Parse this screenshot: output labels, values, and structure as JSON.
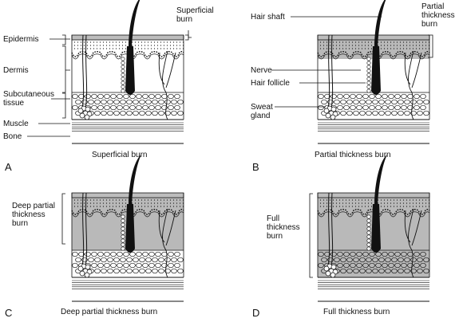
{
  "panels": [
    {
      "letter": "A",
      "caption": "Superficial burn",
      "burn_label": "Superficial\nburn",
      "burn_depth": "epidermis",
      "layer_labels": [
        "Epidermis",
        "Dermis",
        "Subcutaneous\ntissue",
        "Muscle",
        "Bone"
      ]
    },
    {
      "letter": "B",
      "caption": "Partial thickness burn",
      "burn_label": "Partial\nthickness\nburn",
      "burn_depth": "upper-dermis",
      "structure_labels": [
        "Hair shaft",
        "Nerve",
        "Hair follicle",
        "Sweat\ngland"
      ]
    },
    {
      "letter": "C",
      "caption": "Deep partial thickness burn",
      "burn_label": "Deep partial\nthickness\nburn",
      "burn_depth": "full-dermis"
    },
    {
      "letter": "D",
      "caption": "Full thickness burn",
      "burn_label": "Full\nthickness\nburn",
      "burn_depth": "subcutaneous"
    }
  ],
  "colors": {
    "ink": "#111111",
    "epidermis_fill": "#bdbdbd",
    "burn_fill": "#b9b9b9",
    "dermis_fill": "#ffffff",
    "hair": "#111111"
  }
}
